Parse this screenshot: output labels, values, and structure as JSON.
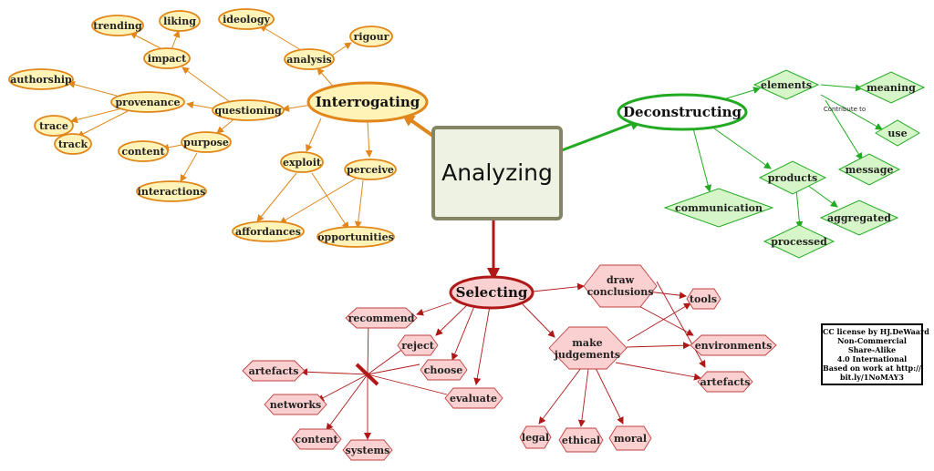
{
  "center": {
    "label": "Analyzing"
  },
  "hubs": {
    "interrogating": "Interrogating",
    "deconstructing": "Deconstructing",
    "selecting": "Selecting"
  },
  "interrogating_nodes": {
    "trending": "trending",
    "liking": "liking",
    "ideology": "ideology",
    "impact": "impact",
    "rigour": "rigour",
    "analysis": "analysis",
    "authorship": "authorship",
    "provenance": "provenance",
    "questioning": "questioning",
    "trace": "trace",
    "track": "track",
    "purpose": "purpose",
    "content": "content",
    "interactions": "interactions",
    "exploit": "exploit",
    "perceive": "perceive",
    "affordances": "affordances",
    "opportunities": "opportunities"
  },
  "deconstructing_nodes": {
    "elements": "elements",
    "meaning": "meaning",
    "use": "use",
    "message": "message",
    "products": "products",
    "communication": "communication",
    "aggregated": "aggregated",
    "processed": "processed"
  },
  "deconstructing_edge_label": "Contribute to",
  "selecting_nodes": {
    "draw_conclusions": [
      "draw",
      "conclusions"
    ],
    "tools": "tools",
    "recommend": "recommend",
    "reject": "reject",
    "make_judgements": [
      "make",
      "judgements"
    ],
    "environments": "environments",
    "artefacts_left": "artefacts",
    "choose": "choose",
    "networks": "networks",
    "evaluate": "evaluate",
    "artefacts_right": "artefacts",
    "content": "content",
    "systems": "systems",
    "legal": "legal",
    "ethical": "ethical",
    "moral": "moral"
  },
  "license": {
    "lines": [
      "CC license by HJ.DeWaard",
      "Non-Commercial",
      "Share-Alike",
      "4.0 International",
      "Based on work at http://",
      "bit.ly/1NoMAY3"
    ]
  },
  "colors": {
    "orange_stroke": "#E0861A",
    "orange_fill": "#FFF3B8",
    "green_stroke": "#22AA22",
    "green_fill": "#D6F5C8",
    "red_stroke": "#B01818",
    "red_fill": "#FAD0D0",
    "center_fill": "#EEF2E2",
    "center_stroke": "#858566"
  }
}
